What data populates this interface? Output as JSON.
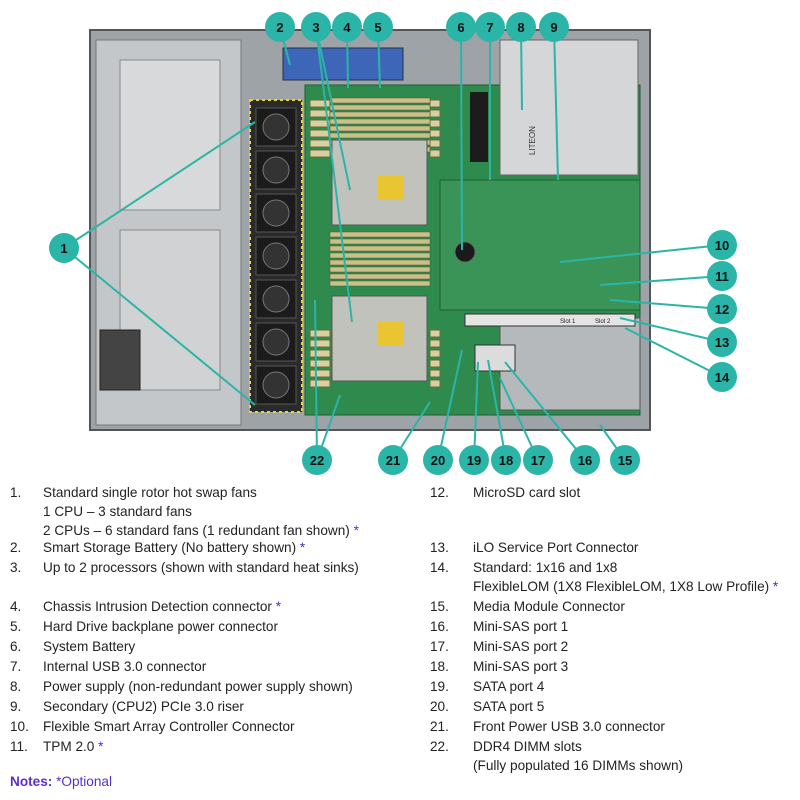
{
  "callouts": [
    "1",
    "2",
    "3",
    "4",
    "5",
    "6",
    "7",
    "8",
    "9",
    "10",
    "11",
    "12",
    "13",
    "14",
    "15",
    "16",
    "17",
    "18",
    "19",
    "20",
    "21",
    "22"
  ],
  "board_labels": {
    "psu_brand": "LITEON",
    "riser_line1": "Slot 1",
    "riser_line2": "Slot 2"
  },
  "legend_left": [
    {
      "num": "1.",
      "lines": [
        "Standard single rotor hot swap fans",
        "1 CPU – 3 standard fans",
        "2 CPUs – 6 standard fans (1 redundant fan shown)"
      ],
      "optional": [
        false,
        false,
        true
      ]
    },
    {
      "num": "2.",
      "lines": [
        "Smart Storage Battery (No battery shown)"
      ],
      "optional": [
        true
      ]
    },
    {
      "num": "3.",
      "lines": [
        "Up to 2 processors (shown with standard heat sinks)"
      ],
      "optional": [
        false
      ]
    },
    {
      "num": "4.",
      "lines": [
        "Chassis Intrusion Detection connector"
      ],
      "optional": [
        true
      ]
    },
    {
      "num": "5.",
      "lines": [
        "Hard Drive backplane power connector"
      ],
      "optional": [
        false
      ]
    },
    {
      "num": "6.",
      "lines": [
        "System Battery"
      ],
      "optional": [
        false
      ]
    },
    {
      "num": "7.",
      "lines": [
        "Internal USB 3.0 connector"
      ],
      "optional": [
        false
      ]
    },
    {
      "num": "8.",
      "lines": [
        "Power supply (non-redundant power supply shown)"
      ],
      "optional": [
        false
      ]
    },
    {
      "num": "9.",
      "lines": [
        "Secondary (CPU2) PCIe 3.0 riser"
      ],
      "optional": [
        false
      ]
    },
    {
      "num": "10.",
      "lines": [
        "Flexible Smart Array Controller Connector"
      ],
      "optional": [
        false
      ]
    },
    {
      "num": "11.",
      "lines": [
        "TPM 2.0"
      ],
      "optional": [
        true
      ]
    }
  ],
  "legend_right": [
    {
      "num": "12.",
      "lines": [
        "MicroSD card slot"
      ],
      "optional": [
        false
      ]
    },
    {
      "num": "13.",
      "lines": [
        "iLO Service Port Connector"
      ],
      "optional": [
        false
      ]
    },
    {
      "num": "14.",
      "lines": [
        "Standard: 1x16 and 1x8",
        "FlexibleLOM (1X8 FlexibleLOM, 1X8 Low Profile)"
      ],
      "optional": [
        false,
        true
      ]
    },
    {
      "num": "15.",
      "lines": [
        "Media Module Connector"
      ],
      "optional": [
        false
      ]
    },
    {
      "num": "16.",
      "lines": [
        "Mini-SAS port 1"
      ],
      "optional": [
        false
      ]
    },
    {
      "num": "17.",
      "lines": [
        "Mini-SAS port 2"
      ],
      "optional": [
        false
      ]
    },
    {
      "num": "18.",
      "lines": [
        "Mini-SAS port 3"
      ],
      "optional": [
        false
      ]
    },
    {
      "num": "19.",
      "lines": [
        "SATA port 4"
      ],
      "optional": [
        false
      ]
    },
    {
      "num": "20.",
      "lines": [
        "SATA port 5"
      ],
      "optional": [
        false
      ]
    },
    {
      "num": "21.",
      "lines": [
        "Front Power USB 3.0 connector"
      ],
      "optional": [
        false
      ]
    },
    {
      "num": "22.",
      "lines": [
        "DDR4 DIMM slots",
        "(Fully populated 16 DIMMs shown)"
      ],
      "optional": [
        false,
        false
      ]
    }
  ],
  "notes": {
    "label": "Notes:",
    "text": "*Optional"
  },
  "optional_marker": "*",
  "colors": {
    "callout_fill": "#2bb5a8",
    "board_green": "#2f8a4e",
    "chassis_grey": "#b9bcbf",
    "optional_star": "#3b2fd6",
    "notes_text": "#5a2fc9"
  }
}
